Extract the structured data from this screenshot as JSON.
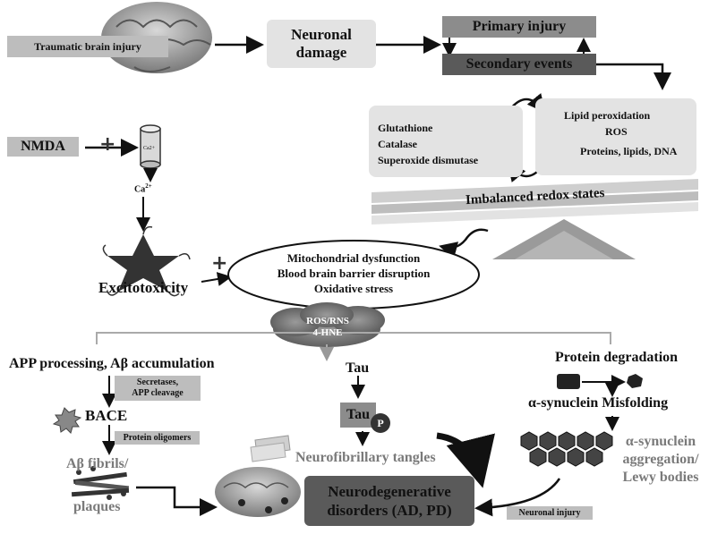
{
  "labels": {
    "tbi": "Traumatic brain injury",
    "neuronal_damage": "Neuronal damage",
    "primary_injury": "Primary injury",
    "secondary_events": "Secondary events",
    "antioxidants": [
      "Glutathione",
      "Catalase",
      "Superoxide dismutase"
    ],
    "lipid_peroxidation": "Lipid peroxidation",
    "ros": "ROS",
    "proteins_lipids_dna": "Proteins, lipids, DNA",
    "imbalanced_redox": "Imbalanced redox states",
    "nmda": "NMDA",
    "ca_small": "Ca2+",
    "ca2": "Ca",
    "ca2_sup": "2+",
    "excitotoxicity": "Excitotoxicity",
    "mito_lines": [
      "Mitochondrial dysfunction",
      "Blood brain barrier disruption",
      "Oxidative stress"
    ],
    "ros_rns": "ROS/RNS",
    "hne": "4-HNE",
    "app_processing": "APP processing, Aβ accumulation",
    "secretases": "Secretases,",
    "app_cleavage": "APP cleavage",
    "bace": "BACE",
    "protein_oligomers": "Protein oligomers",
    "ab_fibrils": "Aβ fibrils/",
    "plaques": "plaques",
    "tau": "Tau",
    "tau_box": "Tau",
    "p": "P",
    "nft": "Neurofibrillary tangles",
    "protein_degradation": "Protein degradation",
    "a_syn_misfolding": "α-synuclein Misfolding",
    "a_syn_agg_1": "α-synuclein",
    "a_syn_agg_2": "aggregation/",
    "a_syn_agg_3": "Lewy bodies",
    "neurodegen_1": "Neurodegenerative",
    "neurodegen_2": "disorders (AD, PD)",
    "neuronal_injury": "Neuronal injury"
  },
  "colors": {
    "light_box": "#e3e3e3",
    "mid_box": "#8c8c8c",
    "dark_box": "#5a5a5a",
    "tag": "#bdbdbd",
    "dark_text": "#111111",
    "gray_text": "#7a7a7a"
  }
}
